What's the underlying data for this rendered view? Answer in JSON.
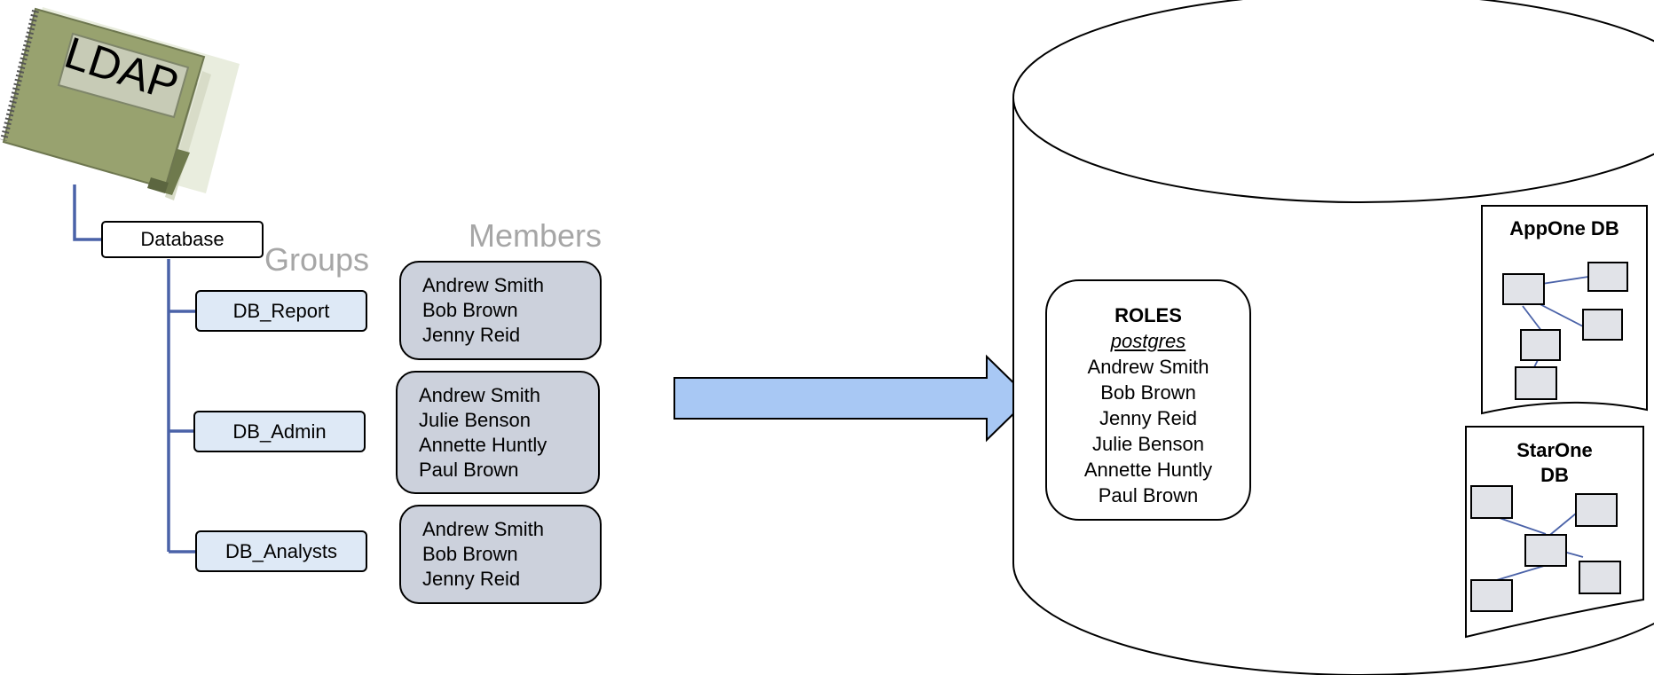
{
  "ldap": {
    "label": "LDAP"
  },
  "tree": {
    "root_label": "Database",
    "groups": [
      "DB_Report",
      "DB_Admin",
      "DB_Analysts"
    ]
  },
  "headers": {
    "groups": "Groups",
    "members": "Members"
  },
  "members": [
    [
      "Andrew Smith",
      "Bob Brown",
      "Jenny Reid"
    ],
    [
      "Andrew Smith",
      "Julie Benson",
      "Annette Huntly",
      "Paul Brown"
    ],
    [
      "Andrew Smith",
      "Bob Brown",
      "Jenny Reid"
    ]
  ],
  "roles": {
    "title": "ROLES",
    "items": [
      "postgres",
      "Andrew Smith",
      "Bob Brown",
      "Jenny Reid",
      "Julie Benson",
      "Annette Huntly",
      "Paul Brown"
    ]
  },
  "databases": [
    "AppOne DB",
    "StarOne\nDB"
  ],
  "colors": {
    "tree_line": "#4a62a8",
    "group_fill": "#dee9f6",
    "member_fill": "#ccd1dc",
    "arrow_fill": "#a8c8f4",
    "notebook": "#9aa474",
    "header_text": "#a6a6a6"
  }
}
